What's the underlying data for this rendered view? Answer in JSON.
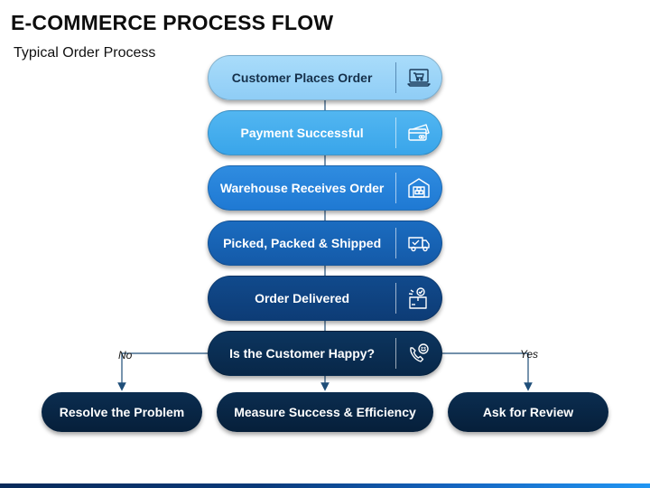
{
  "title": "E-COMMERCE PROCESS FLOW",
  "subtitle": "Typical Order Process",
  "steps": [
    {
      "label": "Customer Places Order",
      "icon": "laptop-shopping-cart-icon"
    },
    {
      "label": "Payment Successful",
      "icon": "credit-card-icon"
    },
    {
      "label": "Warehouse Receives Order",
      "icon": "warehouse-icon"
    },
    {
      "label": "Picked, Packed & Shipped",
      "icon": "delivery-truck-icon"
    },
    {
      "label": "Order Delivered",
      "icon": "delivered-box-icon"
    },
    {
      "label": "Is the Customer Happy?",
      "icon": "customer-support-icon"
    }
  ],
  "branches": {
    "no": "No",
    "yes": "Yes"
  },
  "outcomes": [
    {
      "label": "Resolve the Problem"
    },
    {
      "label": "Measure Success & Efficiency"
    },
    {
      "label": "Ask for Review"
    }
  ],
  "colors": {
    "step_1": "#9fd6f8",
    "step_2": "#45aef0",
    "step_3": "#2784da",
    "step_4": "#1763b4",
    "step_5": "#0f4381",
    "step_6": "#0a2e54",
    "outcome": "#082644",
    "connector": "#1f4e79"
  }
}
